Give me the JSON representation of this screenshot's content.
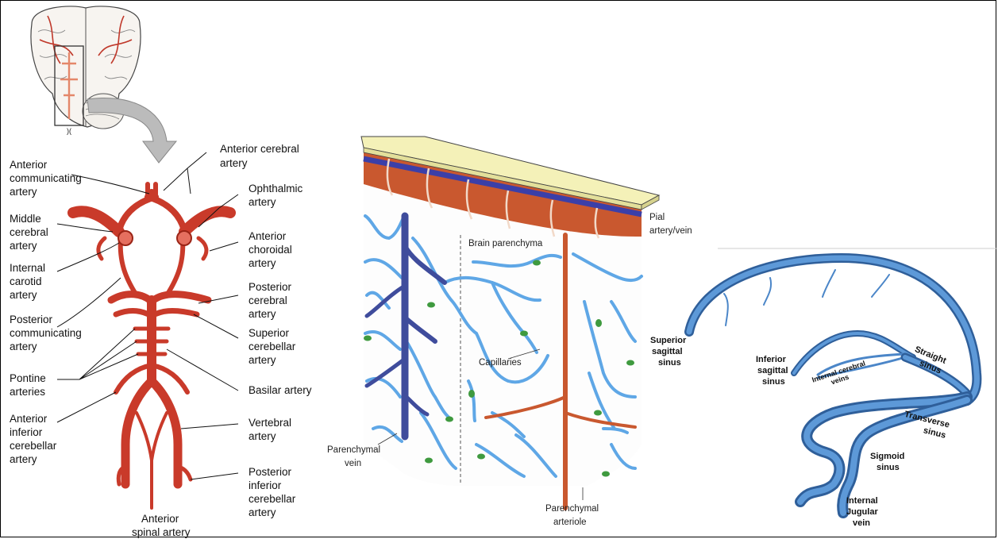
{
  "colors": {
    "artery": "#c93a2a",
    "artery_dark": "#9b2416",
    "vein_dark": "#3f4c9c",
    "capillary": "#5fa7e6",
    "green": "#3f9a3f",
    "meninges": "#f4f1b8",
    "sinus": "#4b86c8"
  },
  "panel1": {
    "labels": {
      "anterior_cerebral": [
        "Anterior cerebral",
        "artery"
      ],
      "anterior_communicating": [
        "Anterior",
        "communicating",
        "artery"
      ],
      "ophthalmic": [
        "Ophthalmic",
        "artery"
      ],
      "middle_cerebral": [
        "Middle",
        "cerebral",
        "artery"
      ],
      "anterior_choroidal": [
        "Anterior",
        "choroidal",
        "artery"
      ],
      "internal_carotid": [
        "Internal",
        "carotid",
        "artery"
      ],
      "posterior_cerebral": [
        "Posterior",
        "cerebral",
        "artery"
      ],
      "posterior_communicating": [
        "Posterior",
        "communicating",
        "artery"
      ],
      "superior_cerebellar": [
        "Superior",
        "cerebellar",
        "artery"
      ],
      "pontine": [
        "Pontine",
        "arteries"
      ],
      "basilar": [
        "Basilar artery"
      ],
      "anterior_inferior_cerebellar": [
        "Anterior",
        "inferior",
        "cerebellar",
        "artery"
      ],
      "vertebral": [
        "Vertebral",
        "artery"
      ],
      "posterior_inferior_cerebellar": [
        "Posterior",
        "inferior",
        "cerebellar",
        "artery"
      ],
      "anterior_spinal": [
        "Anterior",
        "spinal artery"
      ]
    }
  },
  "panel2": {
    "labels": {
      "pial": [
        "Pial",
        "artery/vein"
      ],
      "brain_parenchyma": [
        "Brain parenchyma"
      ],
      "capillaries": [
        "Capillaries"
      ],
      "parenchymal_vein": [
        "Parenchymal",
        "vein"
      ],
      "parenchymal_arteriole": [
        "Parenchymal",
        "arteriole"
      ]
    }
  },
  "panel3": {
    "labels": {
      "superior_sagittal": [
        "Superior",
        "sagittal",
        "sinus"
      ],
      "inferior_sagittal": [
        "Inferior",
        "sagittal",
        "sinus"
      ],
      "internal_cerebral": [
        "Internal cerebral",
        "veins"
      ],
      "straight": [
        "Straight",
        "sinus"
      ],
      "transverse": [
        "Transverse",
        "sinus"
      ],
      "sigmoid": [
        "Sigmoid",
        "sinus"
      ],
      "internal_jugular": [
        "Internal",
        "Jugular",
        "vein"
      ]
    }
  }
}
